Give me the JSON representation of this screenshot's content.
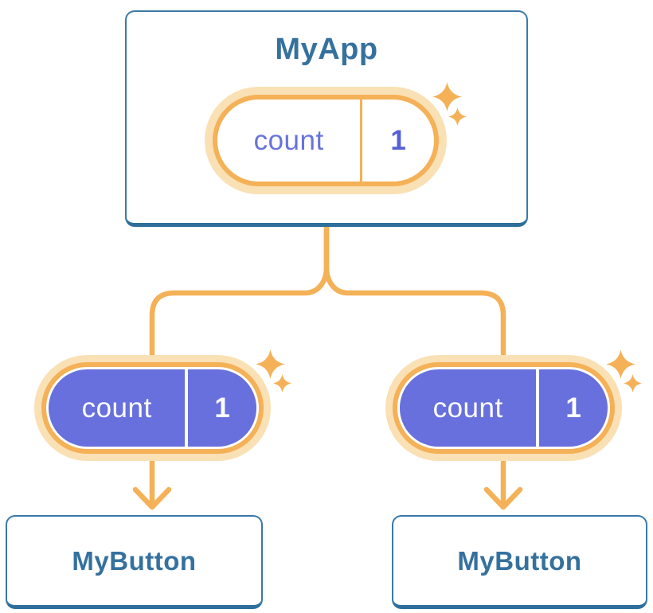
{
  "diagram": {
    "description": "Component tree passing shared state down as props",
    "root": {
      "title": "MyApp",
      "state": {
        "name": "count",
        "value": "1"
      }
    },
    "children": [
      {
        "title": "MyButton",
        "prop": {
          "name": "count",
          "value": "1"
        }
      },
      {
        "title": "MyButton",
        "prop": {
          "name": "count",
          "value": "1"
        }
      }
    ]
  },
  "colors": {
    "orange": "#F4B157",
    "orange_pale_halo": "#FAE0B5",
    "purple": "#6770DC",
    "indigo_text": "#6873DB",
    "indigo_value": "#5660D6",
    "blue_text": "#35719E",
    "card_border": "#3A79A8",
    "card_border_bottom": "#2E6F9B",
    "background": "#FFFFFF"
  }
}
